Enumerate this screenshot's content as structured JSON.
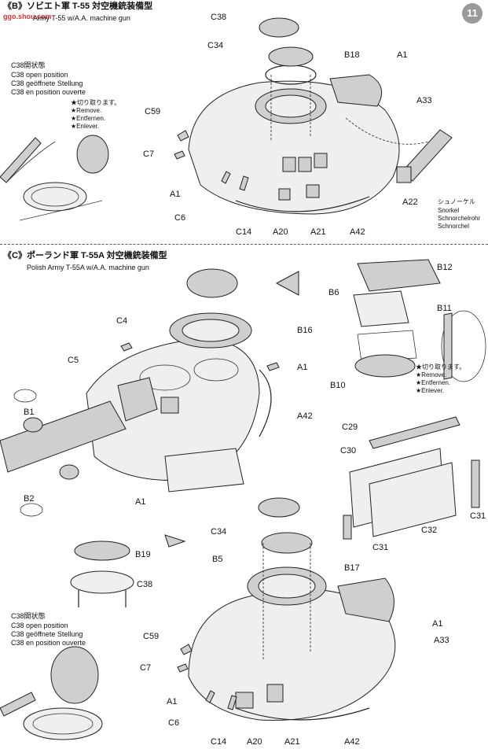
{
  "watermark": "ggo.shou.com",
  "page_number": "11",
  "section_b": {
    "marker": "《B》",
    "title_jp": "ソビエト軍 T-55 対空機銃装備型",
    "title_en": "Army T-55 w/A.A. machine gun",
    "c38_open_jp": "C38開状態",
    "c38_open_en": "C38 open position",
    "c38_open_de": "C38 geöffnete Stellung",
    "c38_open_fr": "C38 en position ouverte",
    "remove_jp": "★切り取ります。",
    "remove_en": "★Remove.",
    "remove_de": "★Entfernen.",
    "remove_fr": "★Enlever.",
    "snorkel_jp": "シュノーケル",
    "snorkel_en": "Snorkel",
    "snorkel_de": "Schnorchelrohr",
    "snorkel_fr": "Schnorchel",
    "labels": {
      "c38": "C38",
      "c34": "C34",
      "b18": "B18",
      "a1a": "A1",
      "a33": "A33",
      "c59": "C59",
      "c7": "C7",
      "a1b": "A1",
      "c6": "C6",
      "c14": "C14",
      "a20": "A20",
      "a21": "A21",
      "a42": "A42",
      "a22": "A22"
    }
  },
  "section_c": {
    "marker": "《C》",
    "title_jp": "ポーランド軍 T-55A 対空機銃装備型",
    "title_en": "Polish Army T-55A w/A.A. machine gun",
    "remove_jp": "★切り取ります。",
    "remove_en": "★Remove.",
    "remove_de": "★Entfernen.",
    "remove_fr": "★Enlever.",
    "c38_open_jp": "C38開状態",
    "c38_open_en": "C38 open position",
    "c38_open_de": "C38 geöffnete Stellung",
    "c38_open_fr": "C38 en position ouverte",
    "labels": {
      "b12": "B12",
      "b6": "B6",
      "b11": "B11",
      "b10": "B10",
      "c4": "C4",
      "b16": "B16",
      "c5": "C5",
      "a1a": "A1",
      "b1": "B1",
      "a42": "A42",
      "c29": "C29",
      "c30": "C30",
      "b2": "B2",
      "a1b": "A1",
      "c31a": "C31",
      "c32": "C32",
      "c31b": "C31",
      "b19": "B19",
      "c38": "C38",
      "c34": "C34",
      "b5": "B5",
      "b17": "B17",
      "a1c": "A1",
      "a33": "A33",
      "c59": "C59",
      "c7": "C7",
      "a1d": "A1",
      "c6": "C6",
      "c14": "C14",
      "a20": "A20",
      "a21": "A21",
      "a42b": "A42"
    }
  }
}
